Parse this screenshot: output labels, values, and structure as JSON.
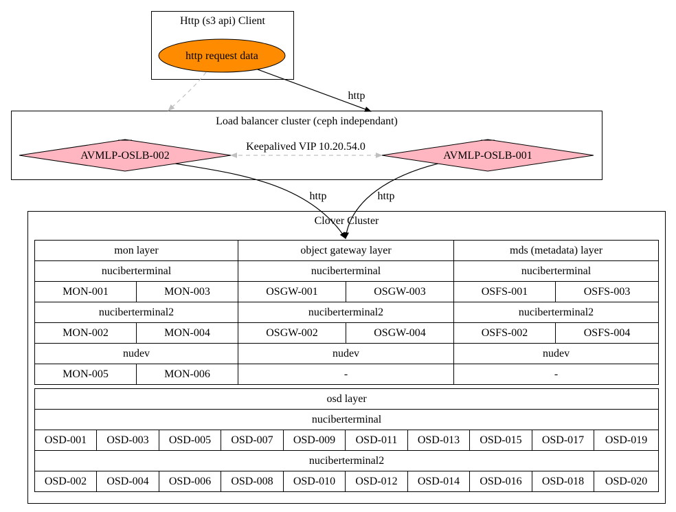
{
  "client_cluster": {
    "title": "Http (s3 api) Client",
    "node": "http request data",
    "node_color": "#ff8c00"
  },
  "lb_cluster": {
    "title": "Load balancer cluster (ceph independant)",
    "node_left": "AVMLP-OSLB-002",
    "node_right": "AVMLP-OSLB-001",
    "node_color": "#ffb6c1",
    "vip_label": "Keepalived VIP 10.20.54.0"
  },
  "edges": {
    "client_to_lb": "http",
    "lb_left_to_cluster": "http",
    "lb_right_to_cluster": "http"
  },
  "clover": {
    "title": "Clover Cluster",
    "mon": {
      "header": "mon layer",
      "g1": "nuciberterminal",
      "g1_items": [
        "MON-001",
        "MON-003"
      ],
      "g2": "nuciberterminal2",
      "g2_items": [
        "MON-002",
        "MON-004"
      ],
      "g3": "nudev",
      "g3_items": [
        "MON-005",
        "MON-006"
      ]
    },
    "gw": {
      "header": "object gateway layer",
      "g1": "nuciberterminal",
      "g1_items": [
        "OSGW-001",
        "OSGW-003"
      ],
      "g2": "nuciberterminal2",
      "g2_items": [
        "OSGW-002",
        "OSGW-004"
      ],
      "g3": "nudev",
      "g3_value": "-"
    },
    "mds": {
      "header": "mds (metadata) layer",
      "g1": "nuciberterminal",
      "g1_items": [
        "OSFS-001",
        "OSFS-003"
      ],
      "g2": "nuciberterminal2",
      "g2_items": [
        "OSFS-002",
        "OSFS-004"
      ],
      "g3": "nudev",
      "g3_value": "-"
    },
    "osd": {
      "header": "osd layer",
      "g1": "nuciberterminal",
      "g1_items": [
        "OSD-001",
        "OSD-003",
        "OSD-005",
        "OSD-007",
        "OSD-009",
        "OSD-011",
        "OSD-013",
        "OSD-015",
        "OSD-017",
        "OSD-019"
      ],
      "g2": "nuciberterminal2",
      "g2_items": [
        "OSD-002",
        "OSD-004",
        "OSD-006",
        "OSD-008",
        "OSD-010",
        "OSD-012",
        "OSD-014",
        "OSD-016",
        "OSD-018",
        "OSD-020"
      ]
    }
  }
}
